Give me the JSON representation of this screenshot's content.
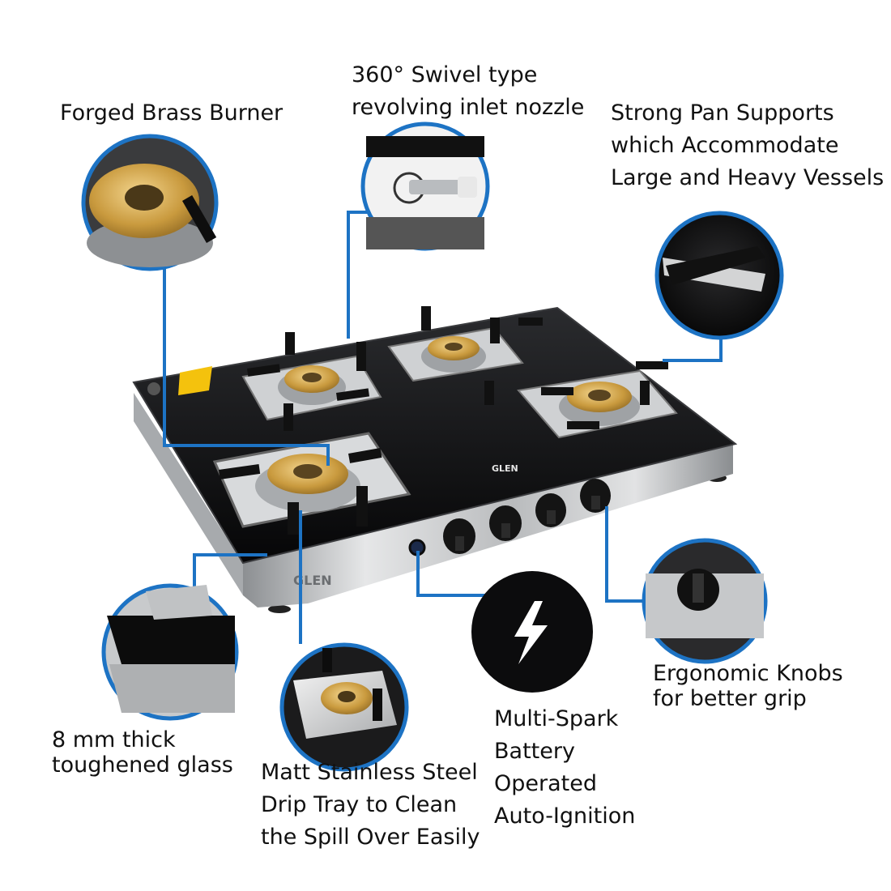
{
  "features": {
    "forged_burner": {
      "lines": [
        "Forged Brass Burner"
      ]
    },
    "swivel_nozzle": {
      "lines": [
        "360° Swivel type",
        "revolving inlet nozzle"
      ]
    },
    "pan_supports": {
      "lines": [
        "Strong Pan Supports",
        "which Accommodate",
        "Large and Heavy Vessels"
      ]
    },
    "glass": {
      "lines": [
        "8 mm thick",
        "toughened glass"
      ]
    },
    "drip_tray": {
      "lines": [
        "Matt Stainless Steel",
        "Drip Tray to Clean",
        "the Spill Over Easily"
      ]
    },
    "ignition": {
      "lines": [
        "Multi-Spark",
        "Battery",
        "Operated",
        "Auto-Ignition"
      ]
    },
    "knobs": {
      "lines": [
        "Ergonomic Knobs",
        "for better grip"
      ]
    }
  },
  "brand": {
    "glass_logo": "GLEN",
    "body_logo": "GLEN"
  },
  "colors": {
    "callout_line": "#1d73c4",
    "glass": "#0f0f10",
    "steel": "#c9cbcd",
    "brass": "#c99a3e",
    "knob": "#141414"
  },
  "icons": [
    "brass-burner-icon",
    "swivel-nozzle-icon",
    "pan-support-icon",
    "glass-edge-icon",
    "drip-tray-icon",
    "lightning-bolt-icon",
    "knob-icon"
  ]
}
